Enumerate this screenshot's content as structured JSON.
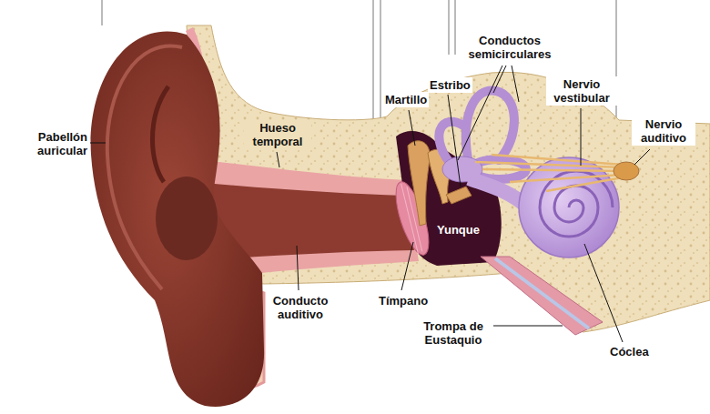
{
  "diagram": {
    "labels": [
      "Pabellón auricular",
      "Hueso temporal",
      "Martillo",
      "Estribo",
      "Conductos semicirculares",
      "Nervio vestibular",
      "Nervio auditivo",
      "Yunque",
      "Conducto auditivo",
      "Tímpano",
      "Trompa de Eustaquio",
      "Cóclea"
    ]
  }
}
